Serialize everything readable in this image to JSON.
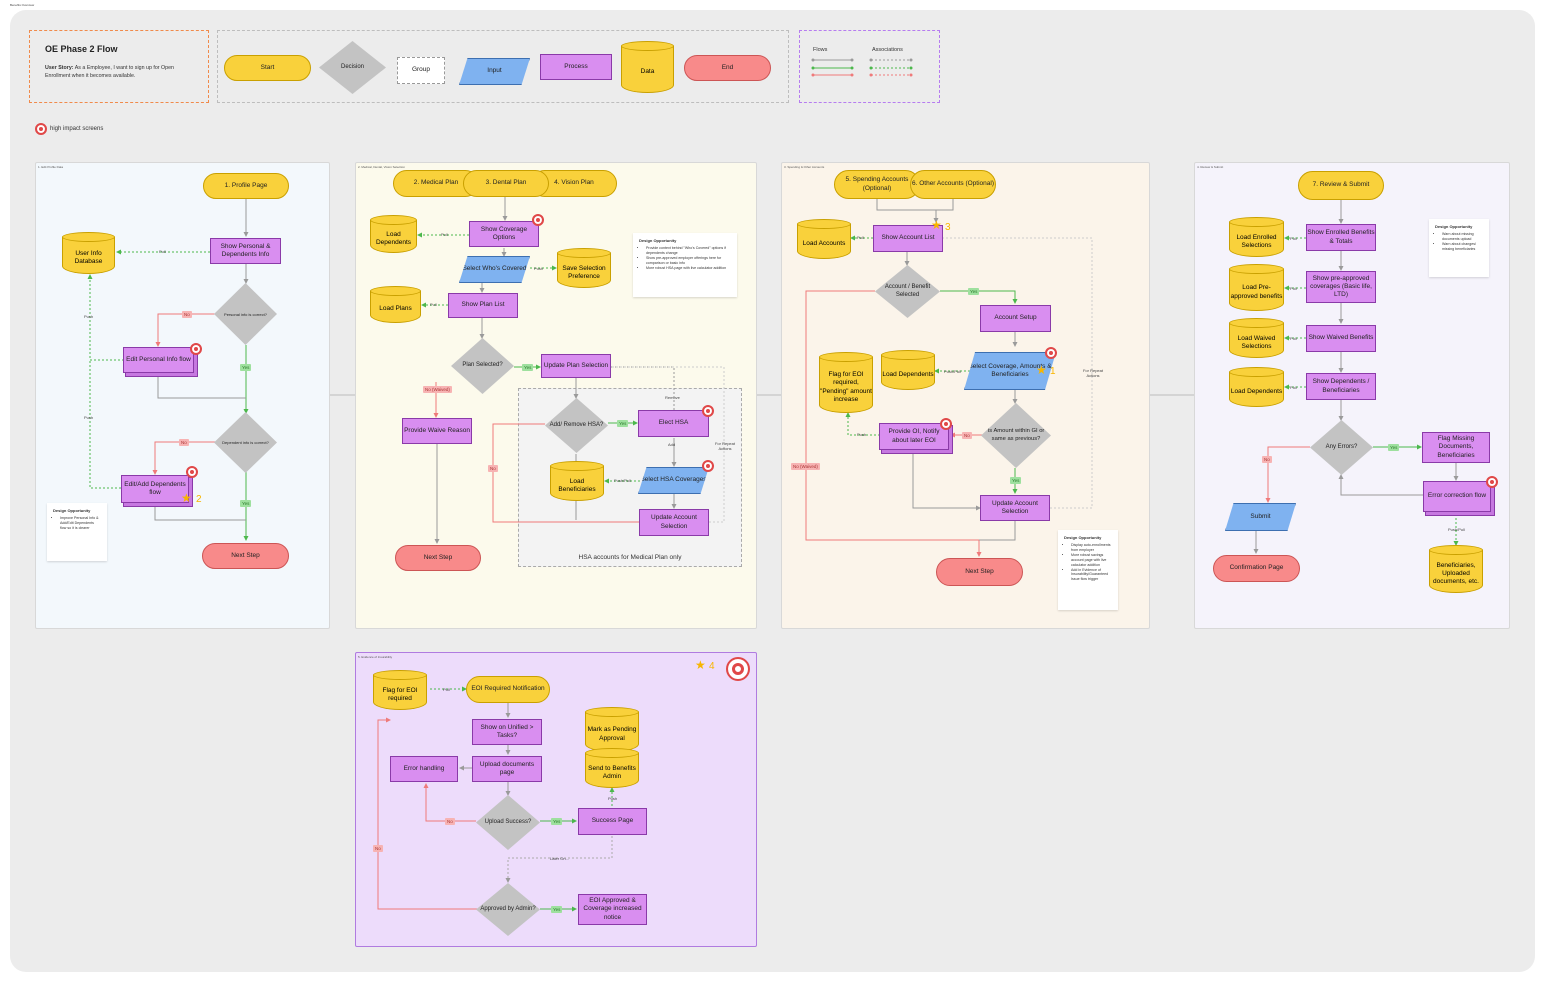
{
  "page_label": "Benefits Overview",
  "header": {
    "title": "OE Phase 2 Flow",
    "story_prefix": "User Story:",
    "story_text": "As a Employee, I want to sign up for Open Enrollment when it becomes available."
  },
  "legend": {
    "start": "Start",
    "decision": "Decision",
    "group": "Group",
    "input": "Input",
    "process": "Process",
    "data": "Data",
    "end": "End"
  },
  "flows_legend": {
    "flows": "Flows",
    "associations": "Associations"
  },
  "high_impact": "high impact screens",
  "sec1": {
    "label": "1. Edit Profile Data",
    "profile_page": "1. Profile Page",
    "user_db": "User Info Database",
    "show_personal": "Show Personal & Dependents Info",
    "personal_correct": "Personal info is correct?",
    "edit_personal": "Edit Personal Info flow",
    "dependent_correct": "Dependent info is correct?",
    "edit_dependents": "Edit/Add Dependents flow",
    "next_step": "Next Step",
    "pull": "Pull",
    "push": "Push",
    "push2": "Push",
    "no": "No",
    "yes": "Yes",
    "no2": "No",
    "yes2": "Yes",
    "star_num": "2",
    "note_title": "Design Opportunity",
    "note_items": [
      "Improve Personal Info & Add/Edit Dependents flow so it is clearer"
    ]
  },
  "sec2": {
    "label": "2. Medical, Dental, Vision Selection",
    "medical": "2. Medical Plan",
    "dental": "3. Dental Plan",
    "vision": "4. Vision Plan",
    "load_dependents": "Load Dependents",
    "show_coverage": "Show Coverage Options",
    "select_whos": "Select Who's Covered",
    "save_selection": "Save Selection Preference",
    "load_plans": "Load Plans",
    "show_plan_list": "Show Plan List",
    "plan_selected": "Plan Selected?",
    "update_plan": "Update Plan Selection",
    "no_waived": "No (Waived)",
    "provide_waive": "Provide Waive Reason",
    "add_remove_hsa": "Add/ Remove HSA?",
    "elect_hsa": "Elect HSA",
    "load_beneficiaries": "Load Beneficiaries",
    "select_hsa": "Select HSA Coverages",
    "update_account": "Update Account Selection",
    "next_step": "Next Step",
    "hsa_group": "HSA accounts for Medical Plan only",
    "pull": "Pull",
    "pull2": "Pull",
    "push": "Push",
    "push_pull": "Push/Pull",
    "remove": "Remove",
    "add": "Add",
    "for_repeat": "For Repeat Actions",
    "yes": "Yes",
    "yes2": "Yes",
    "no": "No",
    "note_title": "Design Opportunity",
    "note_items": [
      "Provide context behind \"Who's Covered\" options if dependents change",
      "Show pre-approved employer offerings here for comparison or basic info",
      "More robust HSA page with live calculator addition"
    ]
  },
  "sec3": {
    "label": "3. Spending & Other Accounts",
    "spending": "5. Spending Accounts (Optional)",
    "other": "6. Other Accounts (Optional)",
    "load_accounts": "Load Accounts",
    "show_account_list": "Show Account List",
    "account_selected": "Account / Benefit Selected",
    "account_setup": "Account Setup",
    "flag_eoi": "Flag for EOI required, \"Pending\" amount increase",
    "load_dependents": "Load Dependents",
    "select_coverage": "Select Coverage, Amounts & Beneficiaries",
    "provide_oi": "Provide OI, Notify about later EOI",
    "within_gi": "Is Amount within GI or same as previous?",
    "update_account": "Update Account Selection",
    "next_step": "Next Step",
    "pull": "Pull",
    "push": "Push",
    "push_pull": "Push/Pull",
    "for_repeat": "For Repeat Actions",
    "yes": "Yes",
    "yes2": "Yes",
    "no": "No",
    "no_waived": "No (Waived)",
    "star_num3": "3",
    "star_num1": "1",
    "note_title": "Design Opportunity",
    "note_items": [
      "Display auto-enrollments from employer",
      "More robust savings account page with live calculator addition",
      "Add in Evidence of Insurability/Guaranteed Issue flow trigger"
    ]
  },
  "sec4": {
    "label": "4. Review & Submit",
    "review": "7. Review & Submit",
    "load_enrolled": "Load Enrolled Selections",
    "show_enrolled": "Show Enrolled Benefits & Totals",
    "load_preapproved": "Load Pre-approved benefits",
    "show_preapproved": "Show pre-approved coverages (Basic life, LTD)",
    "load_waived": "Load Waived Selections",
    "show_waived": "Show Waived Benefits",
    "load_dependents": "Load Dependents",
    "show_dependents": "Show Dependents / Beneficiaries",
    "any_errors": "Any Errors?",
    "flag_missing": "Flag Missing Documents, Beneficiaries",
    "error_flow": "Error correction flow",
    "submit": "Submit",
    "confirmation": "Confirmation Page",
    "beneficiaries_docs": "Beneficiaries, Uploaded documents, etc.",
    "pull": "Pull",
    "pull2": "Pull",
    "pull3": "Pull",
    "pull4": "Pull",
    "push_pull": "Push/Pull",
    "yes": "Yes",
    "no": "No",
    "note_title": "Design Opportunity",
    "note_items": [
      "Warn about missing documents upload",
      "Warn about changes/ missing beneficiaries"
    ]
  },
  "sec5": {
    "label": "5. Evidence of Insurability",
    "flag_eoi": "Flag for EOI required",
    "eoi_notification": "EOI Required Notification",
    "show_unified": "Show on Unified > Tasks?",
    "upload_docs": "Upload documents page",
    "error_handling": "Error handling",
    "mark_pending": "Mark as Pending Approval",
    "send_admin": "Send to Benefits Admin",
    "upload_success": "Upload Success?",
    "success_page": "Success Page",
    "approved": "Approved by Admin?",
    "eoi_approved": "EOI Approved & Coverage increased notice",
    "pull": "Pull",
    "push": "Push",
    "later_on": "Later On...",
    "yes": "Yes",
    "yes2": "Yes",
    "no": "No",
    "no2": "No",
    "star_num4": "4"
  },
  "colors": {
    "canvas": "#ececec",
    "start": "#f9d13b",
    "end": "#f88a8a",
    "process": "#d98ef0",
    "input": "#7fb2f0",
    "decision": "#c3c3c3",
    "flow_green": "#4cb84c",
    "flow_red": "#ef7a7a",
    "flow_gray": "#9a9a9a"
  }
}
